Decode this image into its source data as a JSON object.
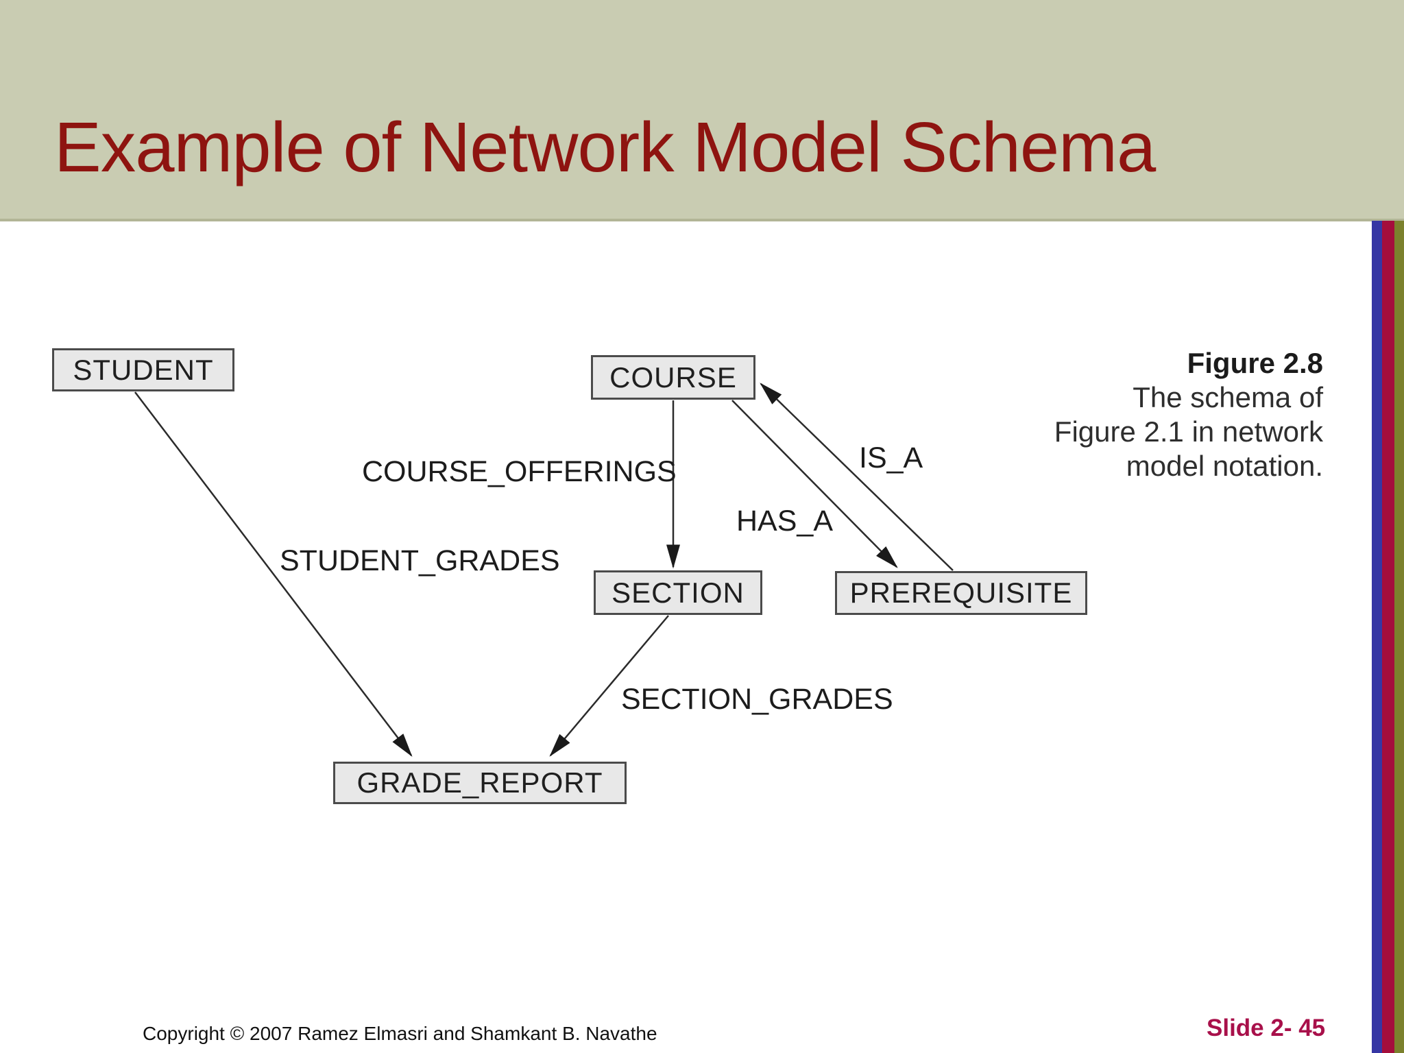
{
  "slide": {
    "title": "Example of Network Model Schema",
    "copyright": "Copyright © 2007 Ramez Elmasri and Shamkant B. Navathe",
    "slide_number": "Slide 2- 45"
  },
  "figure_caption": {
    "heading": "Figure 2.8",
    "line1": "The schema of",
    "line2": "Figure 2.1 in network",
    "line3": "model notation."
  },
  "diagram": {
    "description": "Network model schema with record-type boxes connected by set-type arrows",
    "nodes": [
      {
        "id": "student",
        "label": "STUDENT"
      },
      {
        "id": "course",
        "label": "COURSE"
      },
      {
        "id": "section",
        "label": "SECTION"
      },
      {
        "id": "prerequisite",
        "label": "PREREQUISITE"
      },
      {
        "id": "grade_report",
        "label": "GRADE_REPORT"
      }
    ],
    "edges": [
      {
        "label": "STUDENT_GRADES",
        "from": "STUDENT",
        "to": "GRADE_REPORT"
      },
      {
        "label": "COURSE_OFFERINGS",
        "from": "COURSE",
        "to": "SECTION"
      },
      {
        "label": "HAS_A",
        "from": "COURSE",
        "to": "PREREQUISITE"
      },
      {
        "label": "IS_A",
        "from": "PREREQUISITE",
        "to": "COURSE"
      },
      {
        "label": "SECTION_GRADES",
        "from": "SECTION",
        "to": "GRADE_REPORT"
      }
    ]
  },
  "colors": {
    "header_background": "#c9ccb2",
    "header_edge_line": "#b2b596",
    "title_text": "#8e1410",
    "slide_number_text": "#a8104a",
    "stripe_blue": "#3636a4",
    "stripe_crimson": "#a40e3c",
    "stripe_olive": "#7b812d",
    "node_fill": "#e8e8e8",
    "node_border": "#4b4b4b",
    "connector_line": "#2b2b2b"
  }
}
